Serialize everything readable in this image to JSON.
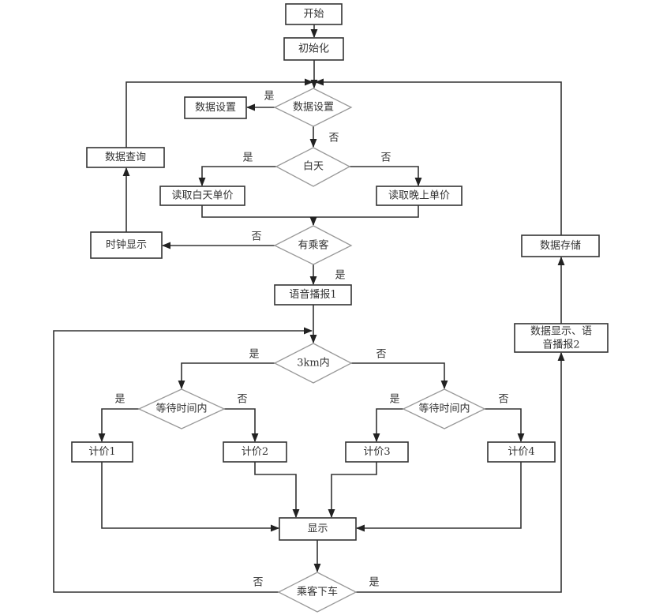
{
  "title": "出租车计价器程序流程图",
  "nodes": {
    "start": "开始",
    "init": "初始化",
    "data_setting_decision": "数据设置",
    "data_setting_box": "数据设置",
    "daytime_decision": "白天",
    "read_day_price": "读取白天单价",
    "read_night_price": "读取晚上单价",
    "has_passenger_decision": "有乘客",
    "clock_display": "时钟显示",
    "data_query": "数据查询",
    "voice_broadcast_1": "语音播报1",
    "within_3km_decision": "3km内",
    "wait_time_left_decision": "等待时间内",
    "wait_time_right_decision": "等待时间内",
    "price_1": "计价1",
    "price_2": "计价2",
    "price_3": "计价3",
    "price_4": "计价4",
    "display": "显示",
    "passenger_alight_decision": "乘客下车",
    "data_display_voice_line1": "数据显示、语",
    "data_display_voice_line2": "音播报2",
    "data_storage": "数据存储"
  },
  "edge_labels": {
    "data_setting_yes": "是",
    "data_setting_no": "否",
    "daytime_yes": "是",
    "daytime_no": "否",
    "passenger_no": "否",
    "passenger_yes": "是",
    "km_yes": "是",
    "km_no": "否",
    "wait_left_yes": "是",
    "wait_left_no": "否",
    "wait_right_yes": "是",
    "wait_right_no": "否",
    "alight_no": "否",
    "alight_yes": "是"
  }
}
